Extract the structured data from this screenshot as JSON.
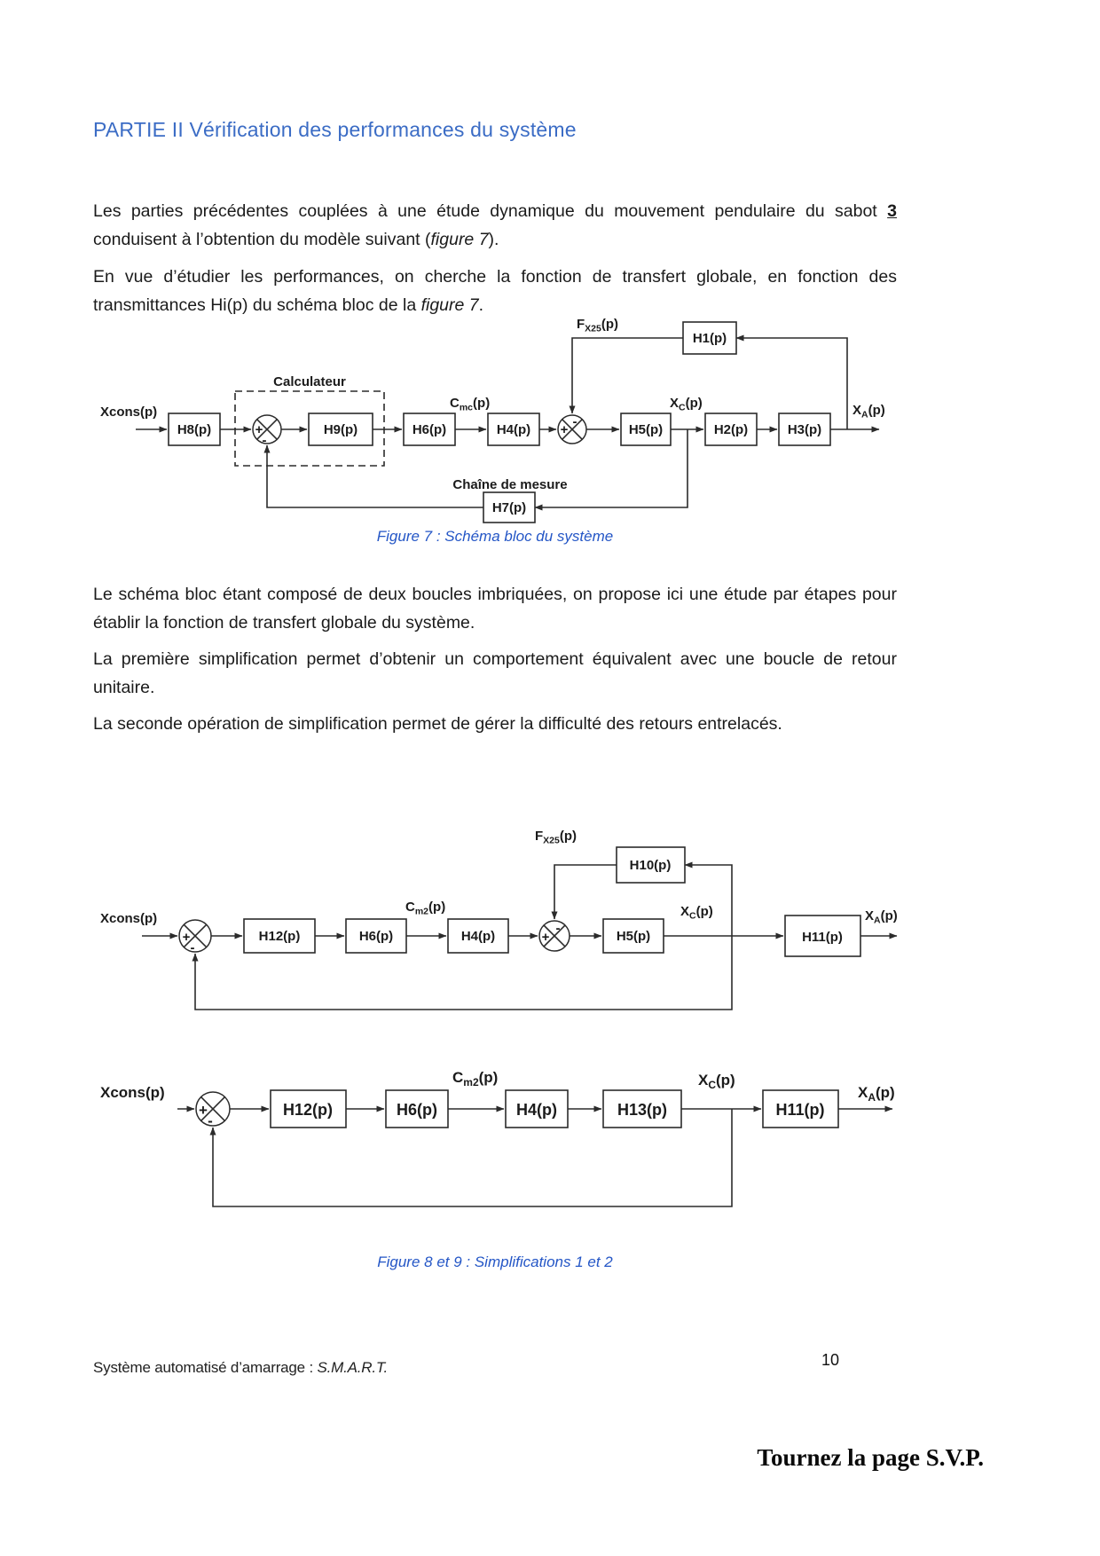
{
  "document": {
    "title": "PARTIE II Vérification des performances du système",
    "p1_a": "Les parties précédentes couplées à une étude dynamique du mouvement pendulaire du sabot ",
    "p1_b": "3",
    "p1_c": " conduisent à l’obtention du modèle suivant (",
    "p1_d": "figure 7",
    "p1_e": ").",
    "p2_a": "En vue d’étudier les performances, on cherche la fonction de transfert globale, en fonction des transmittances Hi(p) du schéma bloc de la ",
    "p2_b": "figure 7",
    "p2_c": ".",
    "p3": "Le schéma bloc étant composé de deux boucles imbriquées, on propose ici une étude par étapes pour établir la fonction de transfert globale du système.",
    "p4": "La première simplification permet d’obtenir un comportement équivalent avec une boucle de retour unitaire.",
    "p5": "La seconde opération de simplification permet de gérer la difficulté des retours entrelacés.",
    "caption_fig7": "Figure 7 : Schéma bloc du système",
    "caption_fig89": "Figure 8 et 9 : Simplifications 1 et 2",
    "footer_text": "Système automatisé d’amarrage : ",
    "footer_acronym": "S.M.A.R.T.",
    "page_number": "10",
    "turn_page": "Tournez la page S.V.P."
  },
  "colors": {
    "title_blue": "#3b6cc5",
    "caption_blue": "#2456c6",
    "diagram_stroke": "#2b2b2b"
  },
  "blocks": {
    "h1": "H1(p)",
    "h2": "H2(p)",
    "h3": "H3(p)",
    "h4": "H4(p)",
    "h5": "H5(p)",
    "h6": "H6(p)",
    "h7": "H7(p)",
    "h8": "H8(p)",
    "h9": "H9(p)",
    "h10": "H10(p)",
    "h11": "H11(p)",
    "h12": "H12(p)",
    "h13": "H13(p)"
  },
  "signals": {
    "xcons": "Xcons(p)",
    "f_pre": "F",
    "f_sub": "X25",
    "f_post": "(p)",
    "xc_pre": "X",
    "xc_sub": "C",
    "xc_post": "(p)",
    "xa_pre": "X",
    "xa_sub": "A",
    "xa_post": "(p)",
    "cmc_pre": "C",
    "cmc_sub": "mc",
    "cmc_post": "(p)",
    "cm2_pre": "C",
    "cm2_sub": "m2",
    "cm2_post": "(p)",
    "plus": "+",
    "minus": "-"
  },
  "diagram_labels": {
    "calculateur": "Calculateur",
    "chaine_mesure": "Chaîne de mesure"
  }
}
